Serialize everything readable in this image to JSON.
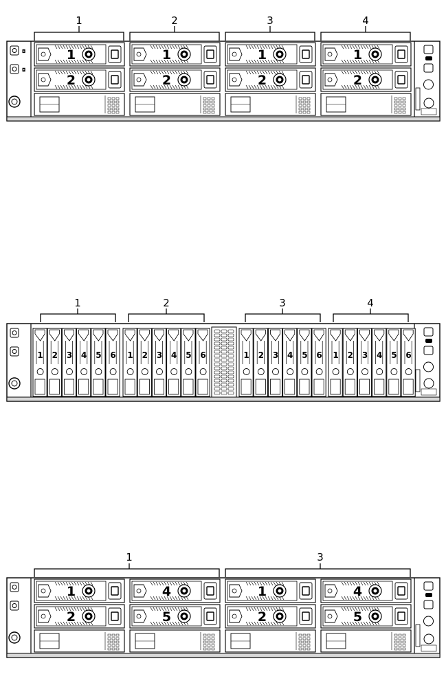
{
  "diagram1": {
    "group_labels": [
      "1",
      "2",
      "3",
      "4"
    ],
    "drive_numbers": [
      "1",
      "2"
    ]
  },
  "diagram2": {
    "group_labels": [
      "1",
      "2",
      "3",
      "4"
    ],
    "drive_numbers": [
      "1",
      "2",
      "3",
      "4",
      "5",
      "6"
    ]
  },
  "diagram3": {
    "group_labels": [
      "1",
      "3"
    ],
    "drive_numbers": [
      "1",
      "4",
      "2",
      "5"
    ]
  },
  "icons": {
    "power": "power-button-icon",
    "uid": "uid-button-icon",
    "hp_logo": "hp-logo-icon",
    "fan": "fan-icon"
  }
}
